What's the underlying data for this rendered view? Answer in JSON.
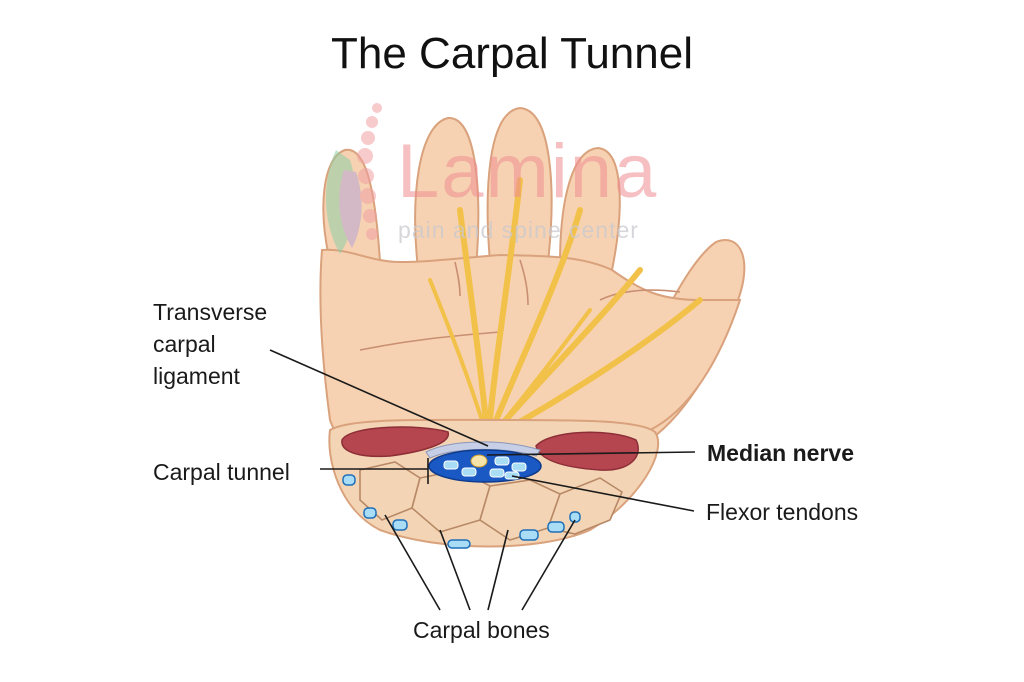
{
  "title": "The Carpal Tunnel",
  "labels": {
    "transverse_carpal_ligament": [
      "Transverse",
      "carpal",
      "ligament"
    ],
    "carpal_tunnel": "Carpal tunnel",
    "median_nerve": "Median nerve",
    "flexor_tendons": "Flexor tendons",
    "carpal_bones": "Carpal bones"
  },
  "watermark": {
    "brand": "Lamina",
    "tagline": "pain and spine center"
  },
  "colors": {
    "skin": "#f6d2b2",
    "skin_outline": "#d9a27c",
    "nerve": "#f2c14a",
    "tunnel": "#1a58c4",
    "tendon": "#a9dcf5",
    "muscle": "#b5454f",
    "bone": "#f3d5b6",
    "watermark": "#f08e92"
  }
}
